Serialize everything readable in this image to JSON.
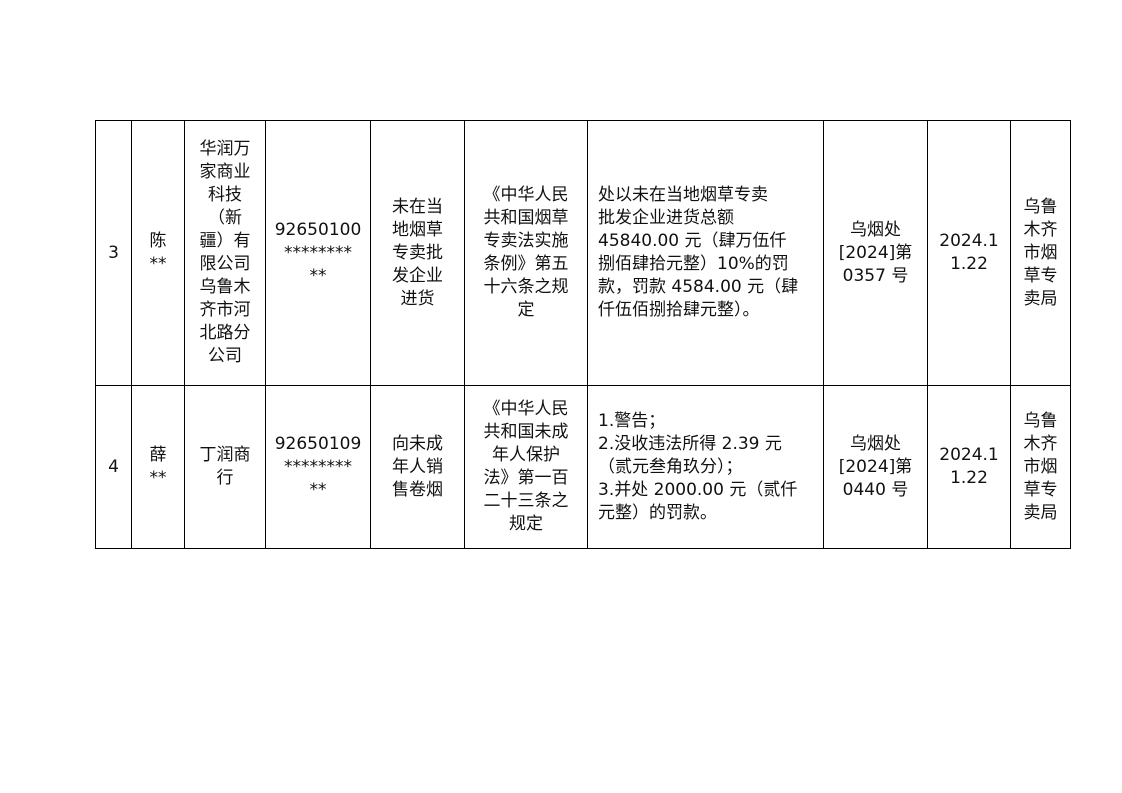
{
  "table": {
    "rows": [
      {
        "index": "3",
        "name": "陈\n**",
        "company": "华润万\n家商业\n科技\n（新\n疆）有\n限公司\n乌鲁木\n齐市河\n北路分\n公司",
        "license": "92650100\n********\n**",
        "violation": "未在当\n地烟草\n专卖批\n发企业\n进货",
        "legal_basis": "《中华人民\n共和国烟草\n专卖法实施\n条例》第五\n十六条之规\n定",
        "penalty": "处以未在当地烟草专卖\n批发企业进货总额\n45840.00 元（肆万伍仟\n捌佰肆拾元整）10%的罚\n款，罚款 4584.00 元（肆\n仟伍佰捌拾肆元整）。",
        "doc_number": "乌烟处\n[2024]第\n0357 号",
        "date": "2024.1\n1.22",
        "authority": "乌鲁\n木齐\n市烟\n草专\n卖局"
      },
      {
        "index": "4",
        "name": "薛\n**",
        "company": "丁润商\n行",
        "license": "92650109\n********\n**",
        "violation": "向未成\n年人销\n售卷烟",
        "legal_basis": "《中华人民\n共和国未成\n年人保护\n法》第一百\n二十三条之\n规定",
        "penalty": "1.警告；\n2.没收违法所得 2.39 元\n（贰元叁角玖分）；\n3.并处 2000.00 元（贰仟\n元整）的罚款。",
        "doc_number": "乌烟处\n[2024]第\n0440 号",
        "date": "2024.1\n1.22",
        "authority": "乌鲁\n木齐\n市烟\n草专\n卖局"
      }
    ]
  }
}
